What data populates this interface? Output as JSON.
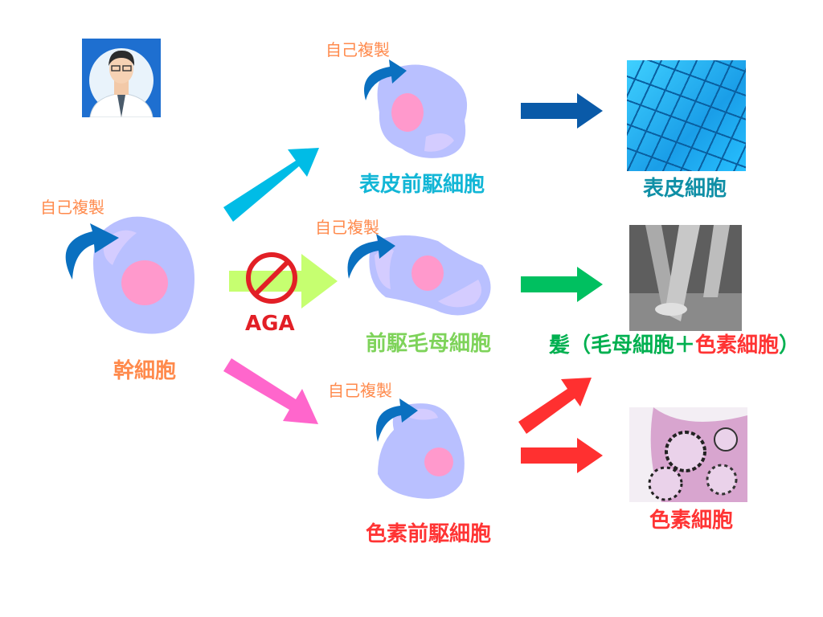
{
  "colors": {
    "self_renewal": "#ff8a4c",
    "stem_cell": "#ff8a4c",
    "epidermal_progenitor": "#12b6d6",
    "epidermal_cell": "#0f8fa6",
    "hair_progenitor": "#7ed35a",
    "hair": "#00b050",
    "pigment": "#ff3434",
    "aga": "#e21f26",
    "cell_body": "#b9c0ff",
    "nucleus": "#ff99cc"
  },
  "icons": [
    "doctor-avatar",
    "curved-arrow-icon",
    "prohibited-icon",
    "arrow-icon"
  ],
  "stem": {
    "self_renewal": "自己複製",
    "label": "幹細胞"
  },
  "epidermal": {
    "self_renewal": "自己複製",
    "progenitor": "表皮前駆細胞",
    "result": "表皮細胞"
  },
  "hair": {
    "self_renewal": "自己複製",
    "progenitor": "前駆毛母細胞",
    "blocker": "AGA",
    "result_prefix": "髪（毛母細胞＋",
    "result_pigment": "色素細胞",
    "result_suffix": "）"
  },
  "pigment": {
    "self_renewal": "自己複製",
    "progenitor": "色素前駆細胞",
    "result": "色素細胞"
  }
}
